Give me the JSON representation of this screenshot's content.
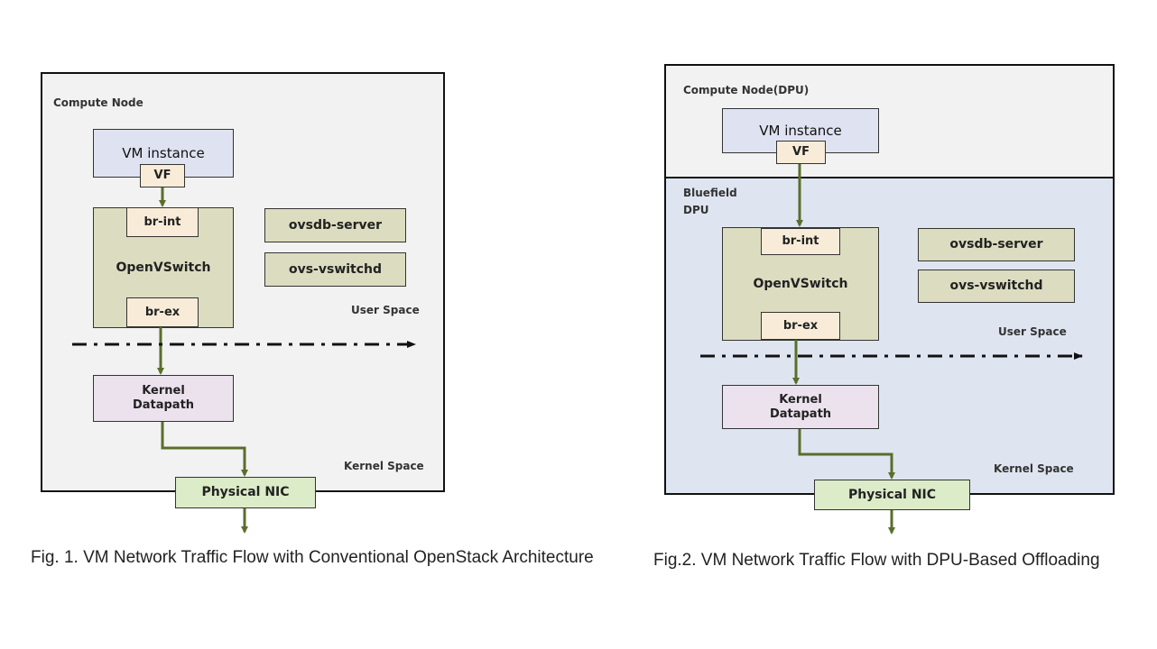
{
  "fig1": {
    "node_label": "Compute Node",
    "vm_instance": "VM instance",
    "vf": "VF",
    "br_int": "br-int",
    "openvswitch": "OpenVSwitch",
    "br_ex": "br-ex",
    "ovsdb_server": "ovsdb-server",
    "ovs_vswitchd": "ovs-vswitchd",
    "user_space": "User Space",
    "kernel_datapath_line1": "Kernel",
    "kernel_datapath_line2": "Datapath",
    "kernel_space": "Kernel Space",
    "physical_nic": "Physical NIC",
    "caption": "Fig. 1. VM Network Traffic Flow with Conventional OpenStack Architecture"
  },
  "fig2": {
    "node_label": "Compute Node(DPU)",
    "vm_instance": "VM instance",
    "vf": "VF",
    "dpu_label_line1": "Bluefield",
    "dpu_label_line2": "DPU",
    "br_int": "br-int",
    "openvswitch": "OpenVSwitch",
    "br_ex": "br-ex",
    "ovsdb_server": "ovsdb-server",
    "ovs_vswitchd": "ovs-vswitchd",
    "user_space": "User Space",
    "kernel_datapath_line1": "Kernel",
    "kernel_datapath_line2": "Datapath",
    "kernel_space": "Kernel Space",
    "physical_nic": "Physical NIC",
    "caption": "Fig.2. VM Network Traffic Flow with DPU-Based Offloading"
  },
  "colors": {
    "arrow": "#5a6e2c",
    "node_bg": "#f2f2f2",
    "dpu_bg": "#dfe5f0",
    "vm_fill": "#dfe3f1",
    "port_fill": "#f8ecd9",
    "ovs_fill": "#dcdcc0",
    "kernel_fill": "#ece2ee",
    "nic_fill": "#dcebc8"
  }
}
